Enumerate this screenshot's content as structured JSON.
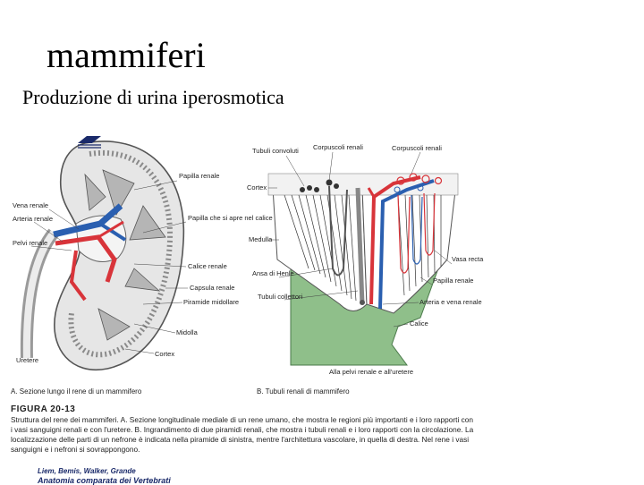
{
  "slide": {
    "title": "mammiferi",
    "subtitle": "Produzione di urina iperosmotica"
  },
  "figure": {
    "labels_a": {
      "papilla_renale": "Papilla renale",
      "vena_renale": "Vena renale",
      "arteria_renale": "Arteria renale",
      "pelvi_renale": "Pelvi renale",
      "papilla_calice": "Papilla che si apre nel calice",
      "calice_renale": "Calice renale",
      "capsula_renale": "Capsula renale",
      "piramide_midollare": "Piramide midollare",
      "midolla": "Midolla",
      "cortex": "Cortex",
      "uretere": "Uretere"
    },
    "labels_b": {
      "tubuli_convoluti": "Tubuli convoluti",
      "corpuscoli_renali_1": "Corpuscoli renali",
      "corpuscoli_renali_2": "Corpuscoli renali",
      "cortex": "Cortex",
      "medulla": "Medulla",
      "ansa_henle": "Ansa di Henle",
      "tubuli_collettori": "Tubuli collettori",
      "vasa_recta": "Vasa recta",
      "papilla_renale": "Papilla renale",
      "arteria_vena": "Arteria e vena renale",
      "calice": "Calice",
      "alla_pelvi": "Alla pelvi renale e all'uretere"
    },
    "subcaption_a": "A. Sezione lungo il rene di un mammifero",
    "subcaption_b": "B. Tubuli renali di mammifero",
    "figure_number": "FIGURA 20-13",
    "caption": "Struttura del rene dei mammiferi. A. Sezione longitudinale mediale di un rene umano, che mostra le regioni più importanti e i loro rapporti con i vasi sanguigni renali e con l'uretere. B. Ingrandimento di due piramidi renali, che mostra i tubuli renali e i loro rapporti con la circolazione. La localizzazione delle parti di un nefrone è indicata nella piramide di sinistra, mentre l'architettura vascolare, in quella di destra. Nel rene i vasi sanguigni e i nefroni si sovrappongono.",
    "book_authors": "Liem, Bemis, Walker, Grande",
    "book_title": "Anatomia comparata dei Vertebrati"
  },
  "colors": {
    "artery": "#d8343a",
    "vein": "#2a5fb0",
    "pelvis": "#8fbf8a",
    "tissue": "#d9d9d9",
    "book": "#1a2a6a"
  }
}
